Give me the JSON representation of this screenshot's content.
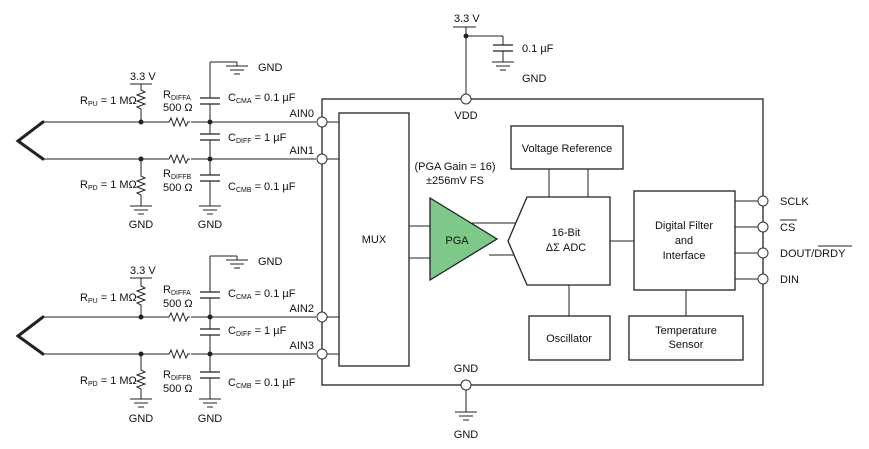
{
  "supply": {
    "vdd_top_label": "3.3 V",
    "decoupling_cap": "0.1 µF",
    "gnd_label": "GND",
    "vdd_pin": "VDD",
    "gnd_pin": "GND",
    "gnd_bottom": "GND"
  },
  "blocks": {
    "mux": "MUX",
    "pga": "PGA",
    "pga_note_1": "(PGA Gain = 16)",
    "pga_note_2": "±256mV FS",
    "vref": "Voltage Reference",
    "adc_1": "16-Bit",
    "adc_2": "ΔΣ ADC",
    "filter_1": "Digital Filter",
    "filter_2": "and",
    "filter_3": "Interface",
    "osc": "Oscillator",
    "temp_1": "Temperature",
    "temp_2": "Sensor"
  },
  "pins": {
    "ain0": "AIN0",
    "ain1": "AIN1",
    "ain2": "AIN2",
    "ain3": "AIN3",
    "sclk": "SCLK",
    "cs": "CS",
    "dout_a": "DOUT/",
    "dout_b": "DRDY",
    "din": "DIN"
  },
  "components": {
    "v33": "3.3 V",
    "r": "R",
    "rpu_sub": "PU",
    "rpu_val": " = 1 MΩ",
    "rpd_sub": "PD",
    "rpd_val": " = 1 MΩ",
    "rdiffa_sub": "DIFFA",
    "rdiffb_sub": "DIFFB",
    "rdiff_val": "500 Ω",
    "c": "C",
    "cma_sub": "CMA",
    "cmb_sub": "CMB",
    "cm_val": " = 0.1 µF",
    "cdiff_sub": "DIFF",
    "cdiff_val": " = 1 µF",
    "gnd": "GND"
  }
}
